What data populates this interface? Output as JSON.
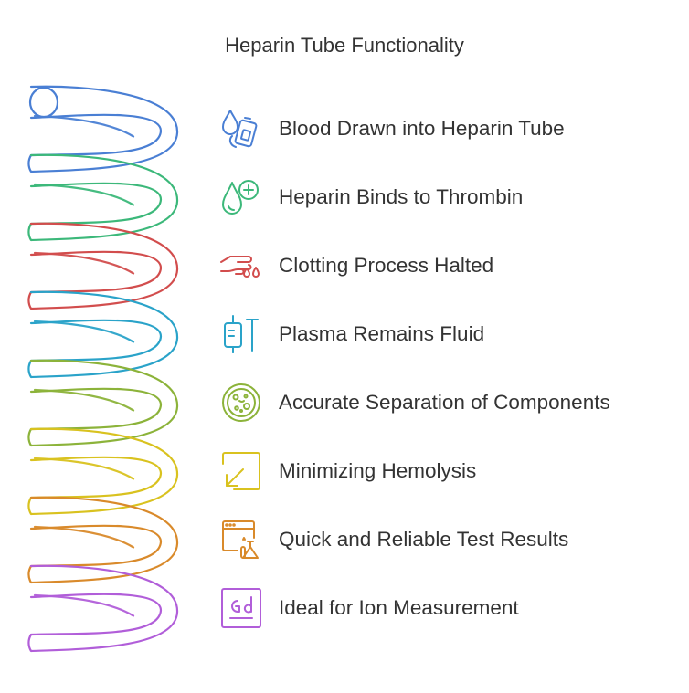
{
  "title": "Heparin Tube Functionality",
  "items": [
    {
      "label": "Blood Drawn into Heparin Tube",
      "icon": "blood-bag-icon",
      "color": "#4a7fd4"
    },
    {
      "label": "Heparin Binds to Thrombin",
      "icon": "drop-plus-icon",
      "color": "#3cb87a"
    },
    {
      "label": "Clotting Process Halted",
      "icon": "hand-drops-icon",
      "color": "#d24d4d"
    },
    {
      "label": "Plasma Remains Fluid",
      "icon": "iv-bag-icon",
      "color": "#2aa3c9"
    },
    {
      "label": "Accurate Separation of Components",
      "icon": "cells-icon",
      "color": "#8cb33a"
    },
    {
      "label": "Minimizing Hemolysis",
      "icon": "minimize-arrow-icon",
      "color": "#d9c21f"
    },
    {
      "label": "Quick and Reliable Test Results",
      "icon": "lab-window-icon",
      "color": "#d98a2b"
    },
    {
      "label": "Ideal for Ion Measurement",
      "icon": "gd-element-icon",
      "color": "#b15ed9"
    }
  ]
}
